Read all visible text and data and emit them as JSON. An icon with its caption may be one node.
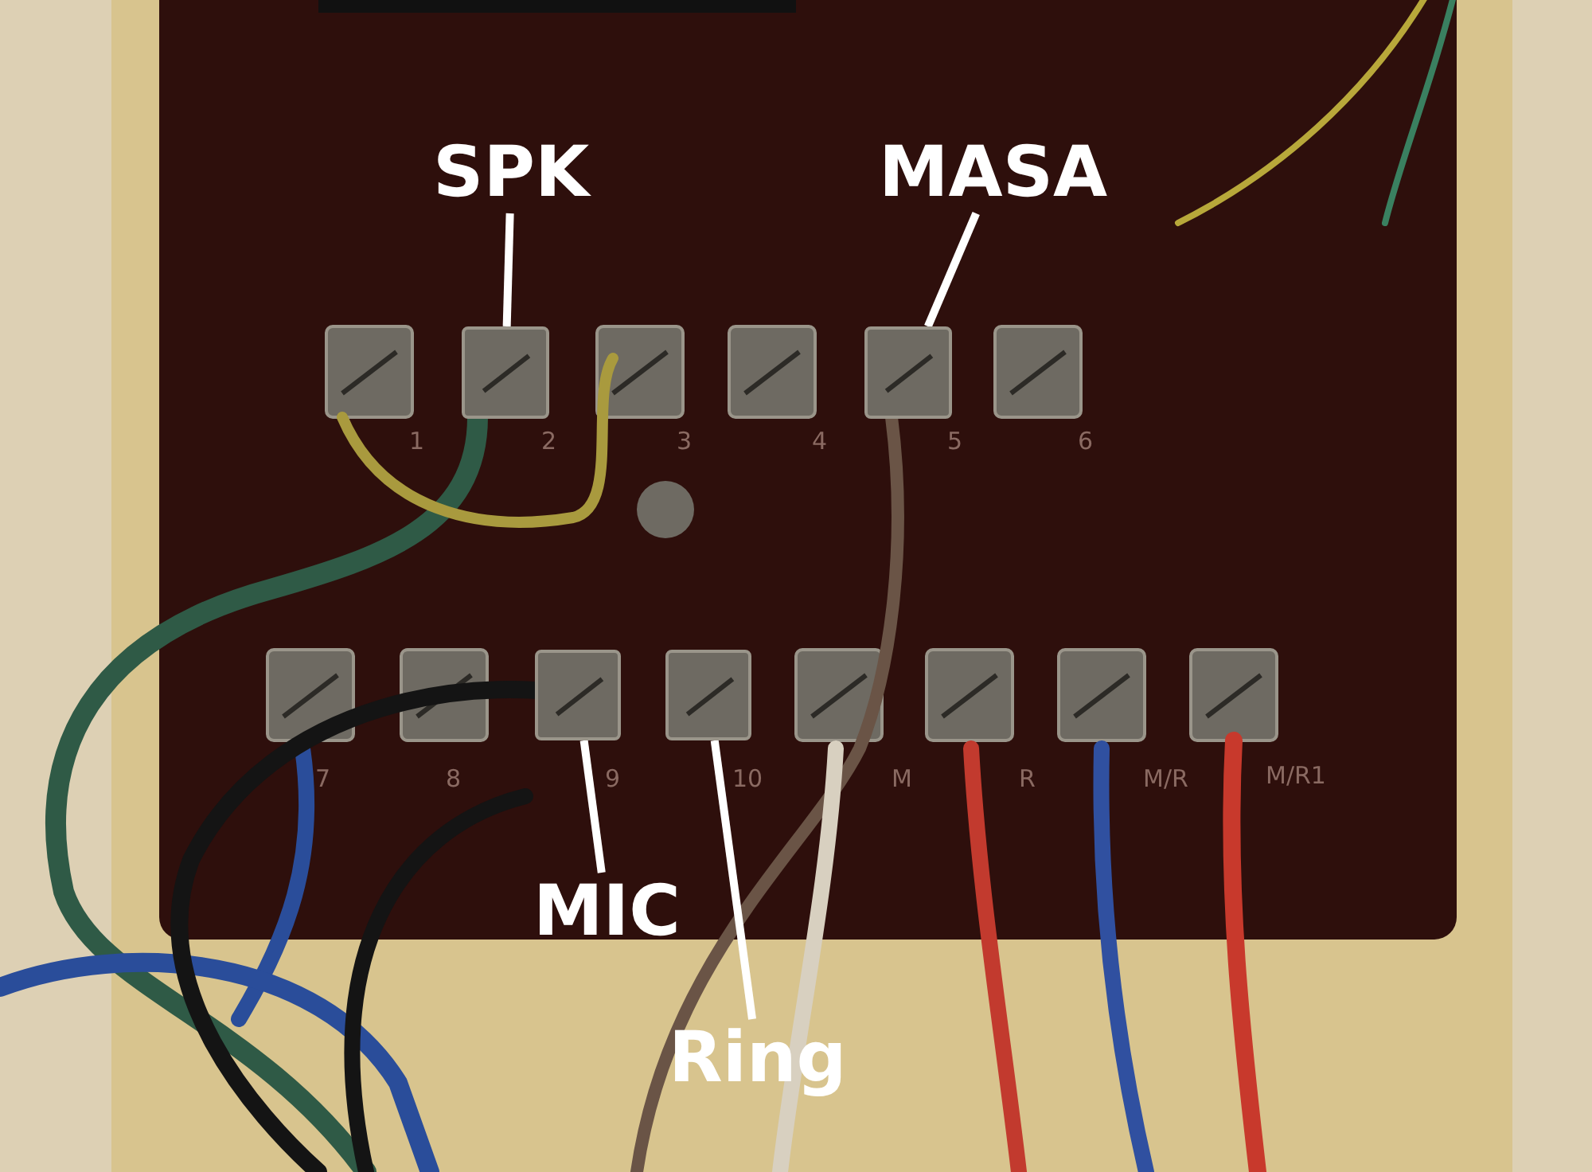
{
  "diagram": {
    "nodes": [
      {
        "text": [
          "SPK"
        ]
      },
      {
        "text": [],
        "shape": "box"
      },
      {
        "text": [
          "MASA"
        ]
      },
      {
        "text": [],
        "shape": "box"
      },
      {
        "text": [
          "MIC"
        ]
      },
      {
        "text": [],
        "shape": "box"
      },
      {
        "text": [
          "Ring"
        ]
      },
      {
        "text": [],
        "shape": "box"
      }
    ],
    "edges": [
      {
        "from": 0,
        "to": 1,
        "arrow": "none"
      },
      {
        "from": 2,
        "to": 3,
        "arrow": "none"
      },
      {
        "from": 4,
        "to": 5,
        "arrow": "none"
      },
      {
        "from": 6,
        "to": 7,
        "arrow": "none"
      }
    ],
    "labels": [
      "1",
      "2",
      "3",
      "4",
      "5",
      "6",
      "7",
      "8",
      "9",
      "10",
      "M",
      "R",
      "M/R",
      "M/R1"
    ]
  }
}
